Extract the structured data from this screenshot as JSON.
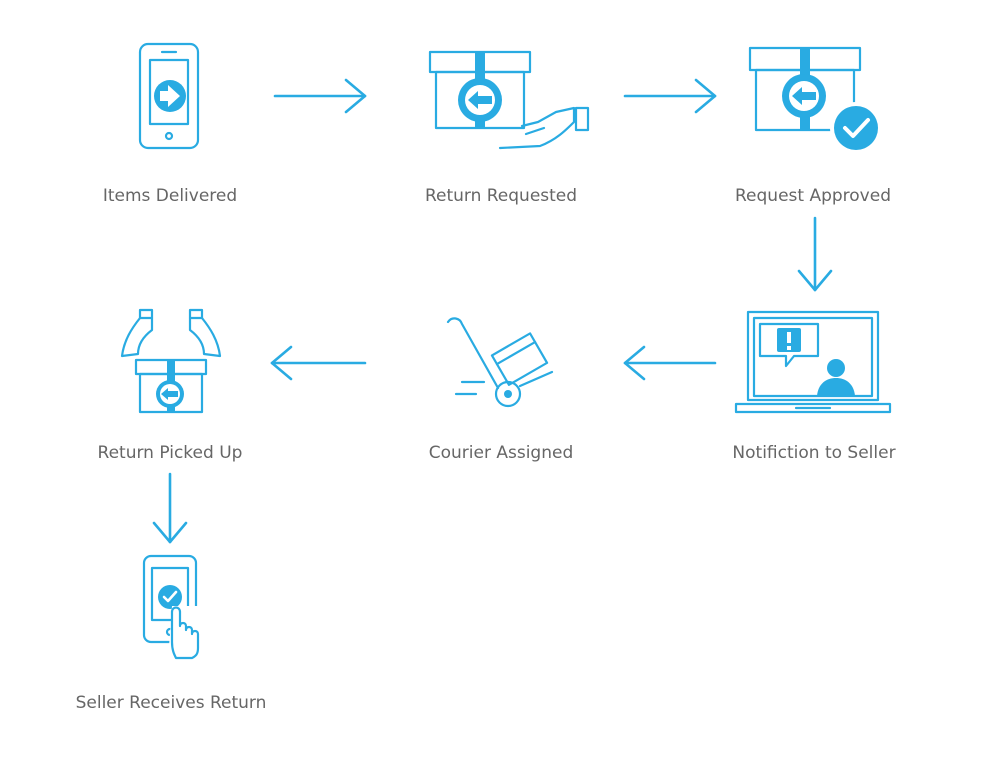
{
  "colors": {
    "accent": "#29abe2",
    "label_text": "#666666",
    "background": "#ffffff"
  },
  "steps": [
    {
      "label": "Items Delivered",
      "icon": "phone-arrow-right-icon"
    },
    {
      "label": "Return Requested",
      "icon": "box-hand-icon"
    },
    {
      "label": "Request Approved",
      "icon": "box-checkmark-icon"
    },
    {
      "label": "Notifiction to Seller",
      "icon": "laptop-alert-icon"
    },
    {
      "label": "Courier Assigned",
      "icon": "hand-truck-icon"
    },
    {
      "label": "Return Picked Up",
      "icon": "hands-box-icon"
    },
    {
      "label": "Seller Receives Return",
      "icon": "phone-tap-check-icon"
    }
  ],
  "connectors": [
    {
      "from": "Items Delivered",
      "to": "Return Requested",
      "direction": "right"
    },
    {
      "from": "Return Requested",
      "to": "Request Approved",
      "direction": "right"
    },
    {
      "from": "Request Approved",
      "to": "Notifiction to Seller",
      "direction": "down"
    },
    {
      "from": "Notifiction to Seller",
      "to": "Courier Assigned",
      "direction": "left"
    },
    {
      "from": "Courier Assigned",
      "to": "Return Picked Up",
      "direction": "left"
    },
    {
      "from": "Return Picked Up",
      "to": "Seller Receives Return",
      "direction": "down"
    }
  ]
}
